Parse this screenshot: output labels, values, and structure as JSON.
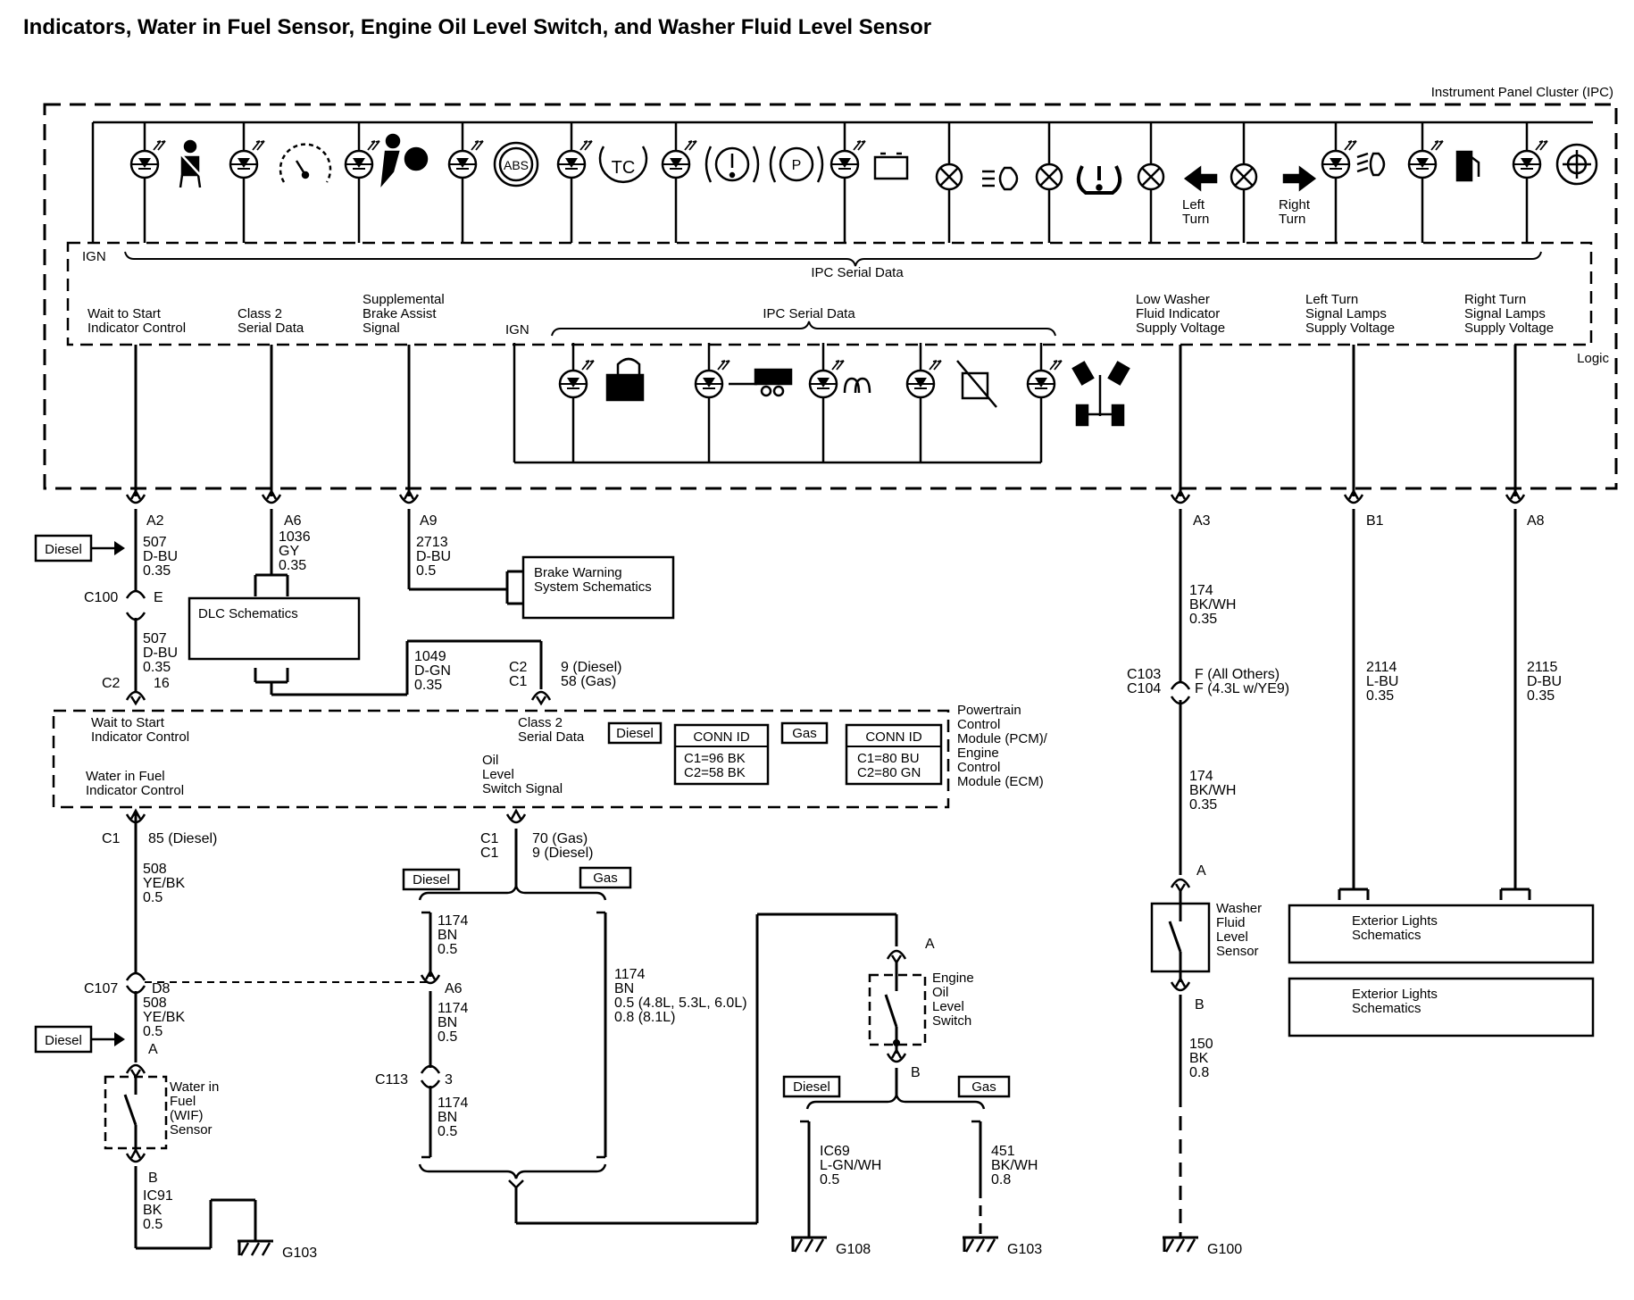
{
  "title": "Indicators, Water in Fuel Sensor, Engine Oil Level Switch, and Washer Fluid Level Sensor",
  "ipc": {
    "name": "Instrument Panel Cluster (IPC)",
    "logic": "Logic",
    "ign": "IGN",
    "serial_data": "IPC Serial Data",
    "inner_ign": "IGN",
    "inner_serial_data": "IPC Serial Data",
    "lamp_abs": "ABS",
    "lamp_tc": "TC",
    "lamp_brake": "(!)",
    "lamp_park": "(P)",
    "left_turn": [
      "Left",
      "Turn"
    ],
    "right_turn": [
      "Right",
      "Turn"
    ],
    "signals": {
      "wait_to_start": [
        "Wait to Start",
        "Indicator Control"
      ],
      "class2": [
        "Class 2",
        "Serial Data"
      ],
      "brake_assist": [
        "Supplemental",
        "Brake Assist",
        "Signal"
      ],
      "low_washer": [
        "Low Washer",
        "Fluid Indicator",
        "Supply Voltage"
      ],
      "left_turn_lamps": [
        "Left Turn",
        "Signal Lamps",
        "Supply Voltage"
      ],
      "right_turn_lamps": [
        "Right Turn",
        "Signal Lamps",
        "Supply Voltage"
      ]
    }
  },
  "ipc_pins": {
    "a2": "A2",
    "a6": "A6",
    "a9": "A9",
    "a3": "A3",
    "b1": "B1",
    "a8": "A8"
  },
  "wires": {
    "w507a": [
      "507",
      "D-BU",
      "0.35"
    ],
    "w1036": [
      "1036",
      "GY",
      "0.35"
    ],
    "w2713": [
      "2713",
      "D-BU",
      "0.5"
    ],
    "w507b": [
      "507",
      "D-BU",
      "0.35"
    ],
    "w1049": [
      "1049",
      "D-GN",
      "0.35"
    ],
    "w174a": [
      "174",
      "BK/WH",
      "0.35"
    ],
    "w2114": [
      "2114",
      "L-BU",
      "0.35"
    ],
    "w2115": [
      "2115",
      "D-BU",
      "0.35"
    ],
    "w174b": [
      "174",
      "BK/WH",
      "0.35"
    ],
    "w508a": [
      "508",
      "YE/BK",
      "0.5"
    ],
    "w508b": [
      "508",
      "YE/BK",
      "0.5"
    ],
    "w1174a": [
      "1174",
      "BN",
      "0.5"
    ],
    "w1174b": [
      "1174",
      "BN",
      "0.5"
    ],
    "w1174c": [
      "1174",
      "BN",
      "0.5"
    ],
    "w1174gas": [
      "1174",
      "BN",
      "0.5 (4.8L, 5.3L, 6.0L)",
      "0.8 (8.1L)"
    ],
    "wic91": [
      "IC91",
      "BK",
      "0.5"
    ],
    "wic69": [
      "IC69",
      "L-GN/WH",
      "0.5"
    ],
    "w451": [
      "451",
      "BK/WH",
      "0.8"
    ],
    "w150": [
      "150",
      "BK",
      "0.8"
    ]
  },
  "connectors": {
    "c100": "C100",
    "c100_pin": "E",
    "c2_left": "C2",
    "c2_left_pin": "16",
    "c2c1_label": [
      "C2",
      "C1"
    ],
    "c2c1_pins": [
      "9 (Diesel)",
      "58 (Gas)"
    ],
    "c103_c104": [
      "C103",
      "C104"
    ],
    "c103_pins": [
      "F (All Others)",
      "F (4.3L w/YE9)"
    ],
    "c1_wif": "C1",
    "c1_wif_pin": "85 (Diesel)",
    "c1c1_oil": [
      "C1",
      "C1"
    ],
    "c1c1_oil_pins": [
      "70 (Gas)",
      "9 (Diesel)"
    ],
    "c107": "C107",
    "c107_pin": "D8",
    "a6_pin": "A6",
    "c113": "C113",
    "c113_pin": "3",
    "wif_a": "A",
    "wif_b": "B",
    "oil_a": "A",
    "oil_b": "B",
    "washer_a": "A",
    "washer_b": "B"
  },
  "boxes": {
    "diesel": "Diesel",
    "gas": "Gas",
    "dlc": "DLC Schematics",
    "brake_warning": [
      "Brake Warning",
      "System Schematics"
    ],
    "exterior1": [
      "Exterior Lights",
      "Schematics"
    ],
    "exterior2": [
      "Exterior Lights",
      "Schematics"
    ]
  },
  "pcm": {
    "name": [
      "Powertrain",
      "Control",
      "Module (PCM)/",
      "Engine",
      "Control",
      "Module (ECM)"
    ],
    "wait_to_start": [
      "Wait to Start",
      "Indicator Control"
    ],
    "water_in_fuel": [
      "Water in Fuel",
      "Indicator Control"
    ],
    "class2": [
      "Class 2",
      "Serial Data"
    ],
    "oil_level": [
      "Oil",
      "Level",
      "Switch Signal"
    ],
    "conn_id_title": "CONN ID",
    "diesel_conn": [
      "C1=96 BK",
      "C2=58 BK"
    ],
    "gas_conn": [
      "C1=80 BU",
      "C2=80 GN"
    ]
  },
  "components": {
    "wif_sensor": [
      "Water in",
      "Fuel",
      "(WIF)",
      "Sensor"
    ],
    "oil_switch": [
      "Engine",
      "Oil",
      "Level",
      "Switch"
    ],
    "washer_sensor": [
      "Washer",
      "Fluid",
      "Level",
      "Sensor"
    ]
  },
  "grounds": {
    "g103a": "G103",
    "g108": "G108",
    "g103b": "G103",
    "g100": "G100"
  }
}
